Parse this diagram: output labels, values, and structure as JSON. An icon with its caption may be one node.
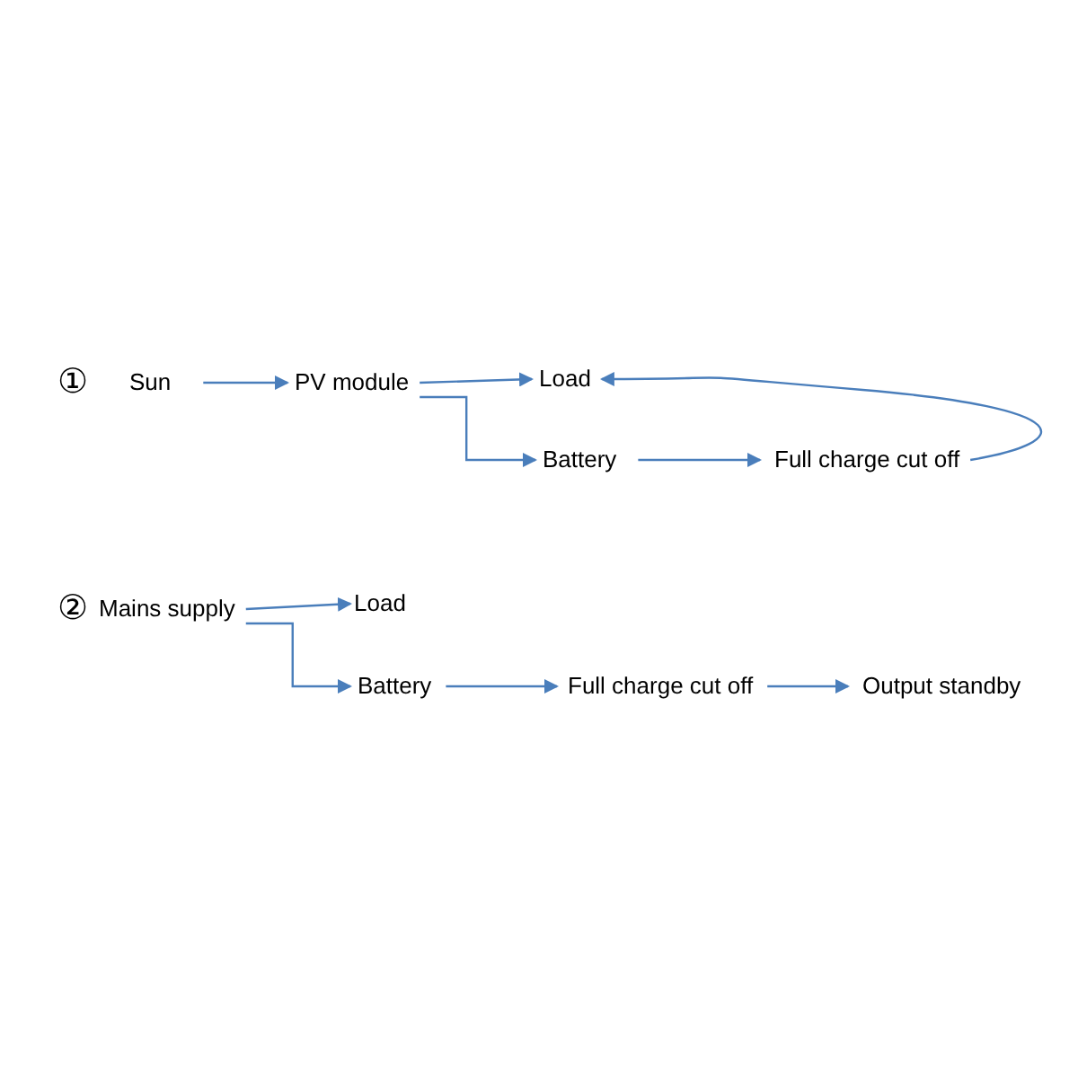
{
  "diagram": {
    "nodes": [
      {
        "text": [
          "Sun"
        ]
      },
      {
        "text": [
          "PV module"
        ]
      },
      {
        "text": [
          "Load"
        ]
      },
      {
        "text": [
          "Battery"
        ]
      },
      {
        "text": [
          "Full charge cut off"
        ]
      },
      {
        "text": [
          "Mains supply"
        ]
      },
      {
        "text": [
          "Load"
        ]
      },
      {
        "text": [
          "Battery"
        ]
      },
      {
        "text": [
          "Full charge cut off"
        ]
      },
      {
        "text": [
          "Output standby"
        ]
      }
    ],
    "edges": [
      {
        "from": 0,
        "to": 1,
        "arrow": "to"
      },
      {
        "from": 1,
        "to": 2,
        "arrow": "to"
      },
      {
        "from": 1,
        "to": 3,
        "arrow": "to"
      },
      {
        "from": 3,
        "to": 4,
        "arrow": "to"
      },
      {
        "from": 4,
        "to": 2,
        "arrow": "to"
      },
      {
        "from": 5,
        "to": 6,
        "arrow": "to"
      },
      {
        "from": 5,
        "to": 7,
        "arrow": "to"
      },
      {
        "from": 7,
        "to": 8,
        "arrow": "to"
      },
      {
        "from": 8,
        "to": 9,
        "arrow": "to"
      }
    ],
    "labels": [
      "①",
      "②"
    ]
  }
}
